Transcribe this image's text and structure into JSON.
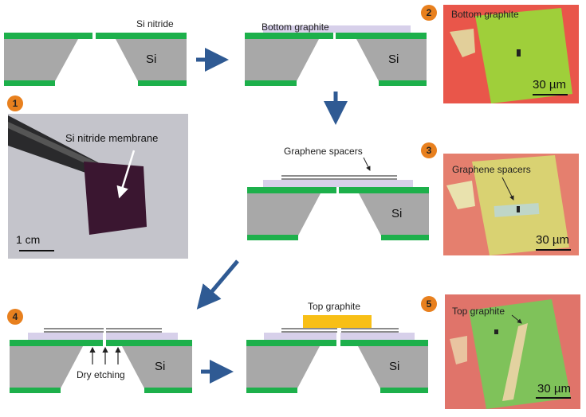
{
  "labels": {
    "si_nitride": "Si nitride",
    "si": "Si",
    "bottom_graphite": "Bottom graphite",
    "graphene_spacers": "Graphene spacers",
    "top_graphite": "Top graphite",
    "dry_etching": "Dry etching",
    "si_nitride_membrane": "Si nitride membrane"
  },
  "steps": [
    "1",
    "2",
    "3",
    "4",
    "5"
  ],
  "photos": {
    "p1": {
      "scale": "1 cm"
    },
    "p2": {
      "label": "Bottom graphite",
      "scale": "30 µm"
    },
    "p3": {
      "label": "Graphene spacers",
      "scale": "30 µm"
    },
    "p5": {
      "label": "Top graphite",
      "scale": "30 µm"
    }
  },
  "colors": {
    "nitride": "#1db04b",
    "silicon": "#a8a8a8",
    "bottom_graphite": "#d7d0ea",
    "spacer": "#8c8c8c",
    "top_graphite": "#f8bf16",
    "arrow": "#2f5a93",
    "badge": "#e8801e"
  }
}
